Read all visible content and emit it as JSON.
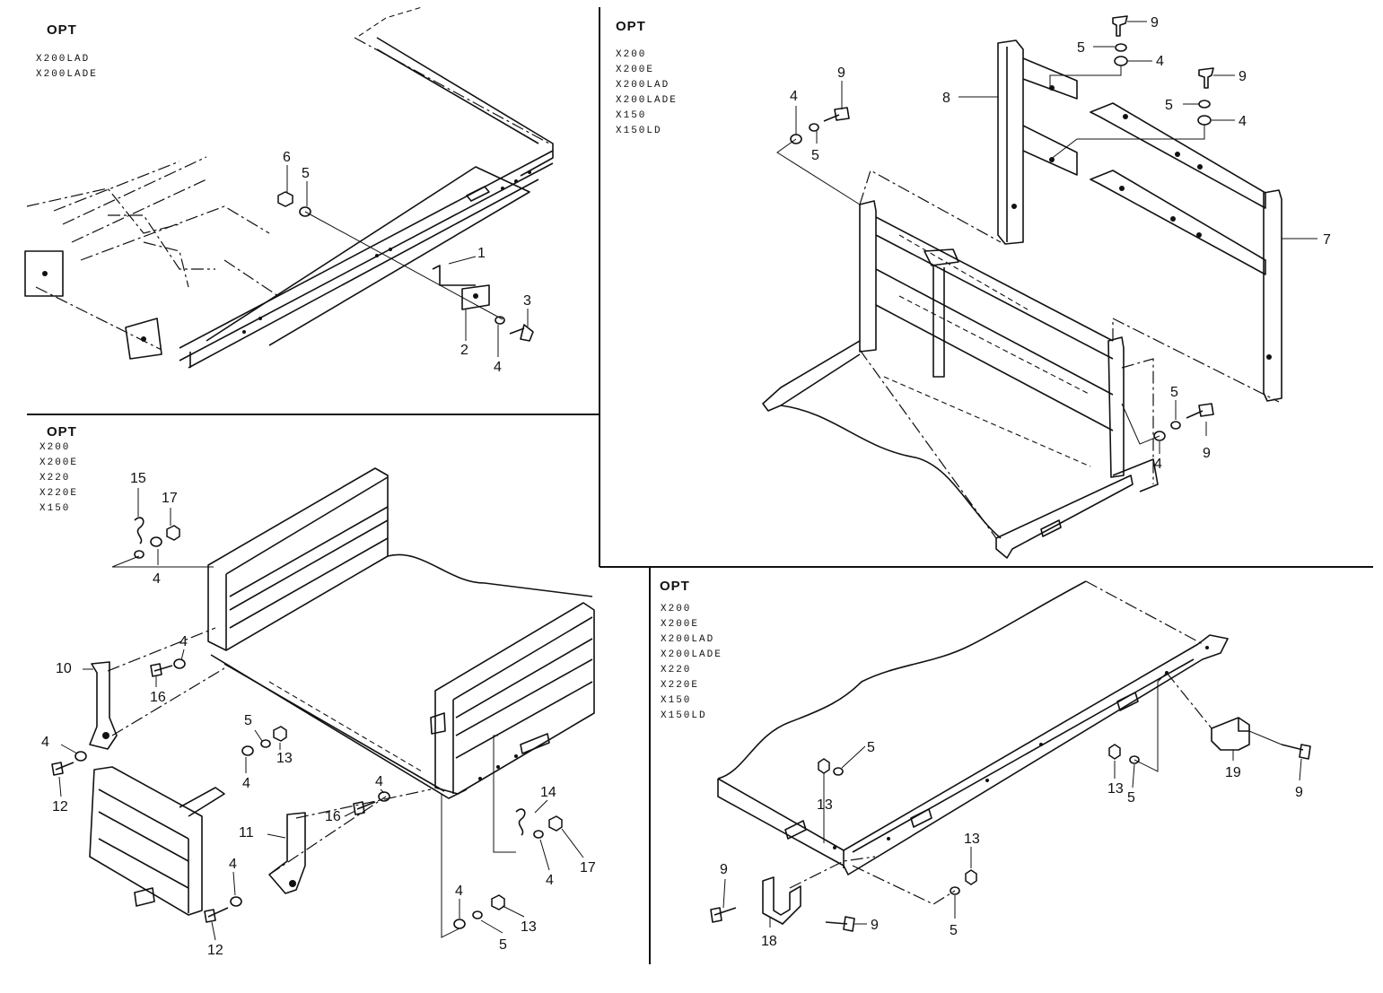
{
  "panels": [
    {
      "id": "top-left",
      "header": "OPT",
      "models": [
        "X200LAD",
        "X200LADE"
      ]
    },
    {
      "id": "top-right",
      "header": "OPT",
      "models": [
        "X200",
        "X200E",
        "X200LAD",
        "X200LADE",
        "X150",
        "X150LD"
      ]
    },
    {
      "id": "bottom-left",
      "header": "OPT",
      "models": [
        "X200",
        "X200E",
        "X220",
        "X220E",
        "X150"
      ]
    },
    {
      "id": "bottom-right",
      "header": "OPT",
      "models": [
        "X200",
        "X200E",
        "X200LAD",
        "X200LADE",
        "X220",
        "X220E",
        "X150",
        "X150LD"
      ]
    }
  ],
  "callouts": {
    "top_left": [
      "6",
      "5",
      "1",
      "3",
      "2",
      "4"
    ],
    "top_right": [
      "9",
      "5",
      "4",
      "9",
      "5",
      "4",
      "8",
      "4",
      "9",
      "5",
      "7",
      "5",
      "9",
      "4"
    ],
    "bottom_left": [
      "15",
      "17",
      "4",
      "4",
      "10",
      "16",
      "5",
      "13",
      "4",
      "4",
      "12",
      "4",
      "16",
      "14",
      "11",
      "4",
      "17",
      "4",
      "12",
      "4",
      "5",
      "13"
    ],
    "bottom_right": [
      "5",
      "13",
      "19",
      "13",
      "5",
      "9",
      "13",
      "9",
      "9",
      "18",
      "5"
    ]
  }
}
